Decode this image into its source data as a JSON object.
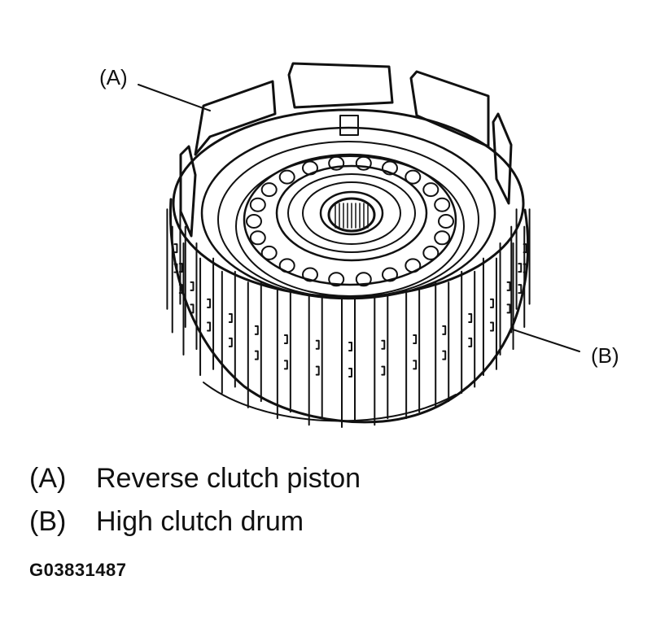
{
  "diagram": {
    "callouts": {
      "a": "(A)",
      "b": "(B)"
    },
    "legend": [
      {
        "key": "(A)",
        "label": "Reverse clutch piston"
      },
      {
        "key": "(B)",
        "label": "High clutch drum"
      }
    ],
    "figure_id": "G03831487"
  },
  "colors": {
    "ink": "#111111",
    "background": "#ffffff"
  }
}
